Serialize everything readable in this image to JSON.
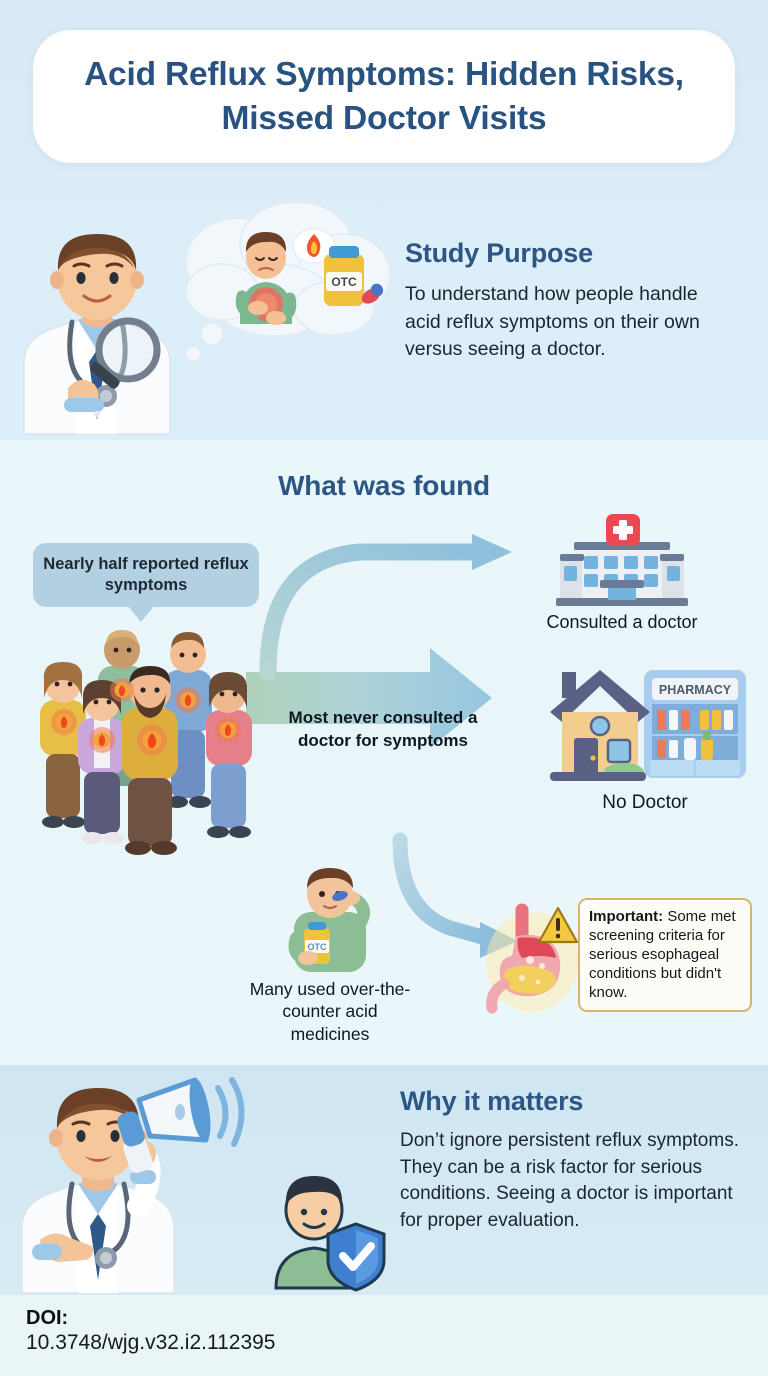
{
  "title": "Acid Reflux Symptoms: Hidden Risks, Missed Doctor Visits",
  "sections": {
    "purpose": {
      "heading": "Study Purpose",
      "body": "To understand how people handle acid reflux symptoms on their own versus seeing a doctor."
    },
    "found": {
      "heading": "What was found",
      "callout": "Nearly half reported reflux symptoms",
      "arrow_main_label": "Most never consulted a doctor for symptoms",
      "outcome_doctor": "Consulted a doctor",
      "outcome_no_doctor": "No Doctor",
      "otc_label": "Many used over-the-counter acid medicines",
      "important_bold": "Important:",
      "important_rest": " Some met screening criteria for serious esophageal conditions but didn't know."
    },
    "why": {
      "heading": "Why it matters",
      "body": "Don’t ignore persistent reflux symptoms. They can be a risk factor for serious conditions. Seeing a doctor is important for proper evaluation."
    }
  },
  "footer": {
    "doi_label": "DOI:",
    "doi_value": "10.3748/wjg.v32.i2.112395"
  },
  "icons": {
    "pill_bottle_text": "OTC",
    "pharmacy_sign": "PHARMACY",
    "warning": "warning-triangle-icon",
    "flame": "flame-icon",
    "shield_check": "shield-check-icon"
  },
  "colors": {
    "title_navy": "#28527f",
    "heading_navy": "#2d5685",
    "callout_blue": "#b3cfe2",
    "arrow_blue": "#8fc0dc",
    "arrow_green": "#a9ceb4",
    "important_border": "#d9b36b",
    "band_hero": "#dceef8",
    "band_found": "#eaf7fa",
    "band_why": "#d3e8f3",
    "band_footer": "#eaf6f6"
  }
}
